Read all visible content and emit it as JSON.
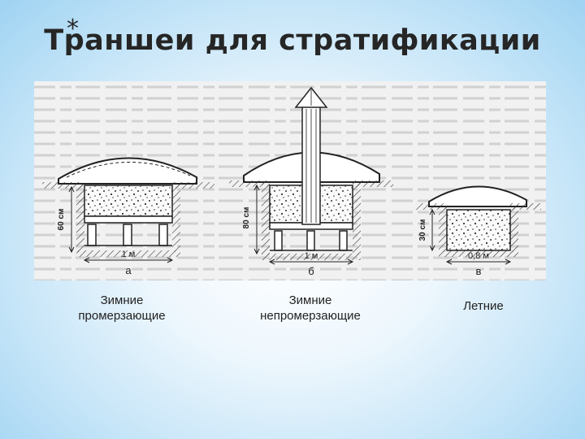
{
  "slide": {
    "bullet": "*",
    "title": "Траншеи для стратификации"
  },
  "figure": {
    "trench_a": {
      "letter": "а",
      "depth": "60 см",
      "width": "1 м"
    },
    "trench_b": {
      "letter": "б",
      "depth": "80 см",
      "width": "1 м"
    },
    "trench_c": {
      "letter": "в",
      "depth": "30 см",
      "width": "0,8 м"
    }
  },
  "captions": {
    "a": [
      "Зимние",
      "промерзающие"
    ],
    "b": [
      "Зимние",
      "непромерзающие"
    ],
    "c": [
      "Летние"
    ]
  }
}
